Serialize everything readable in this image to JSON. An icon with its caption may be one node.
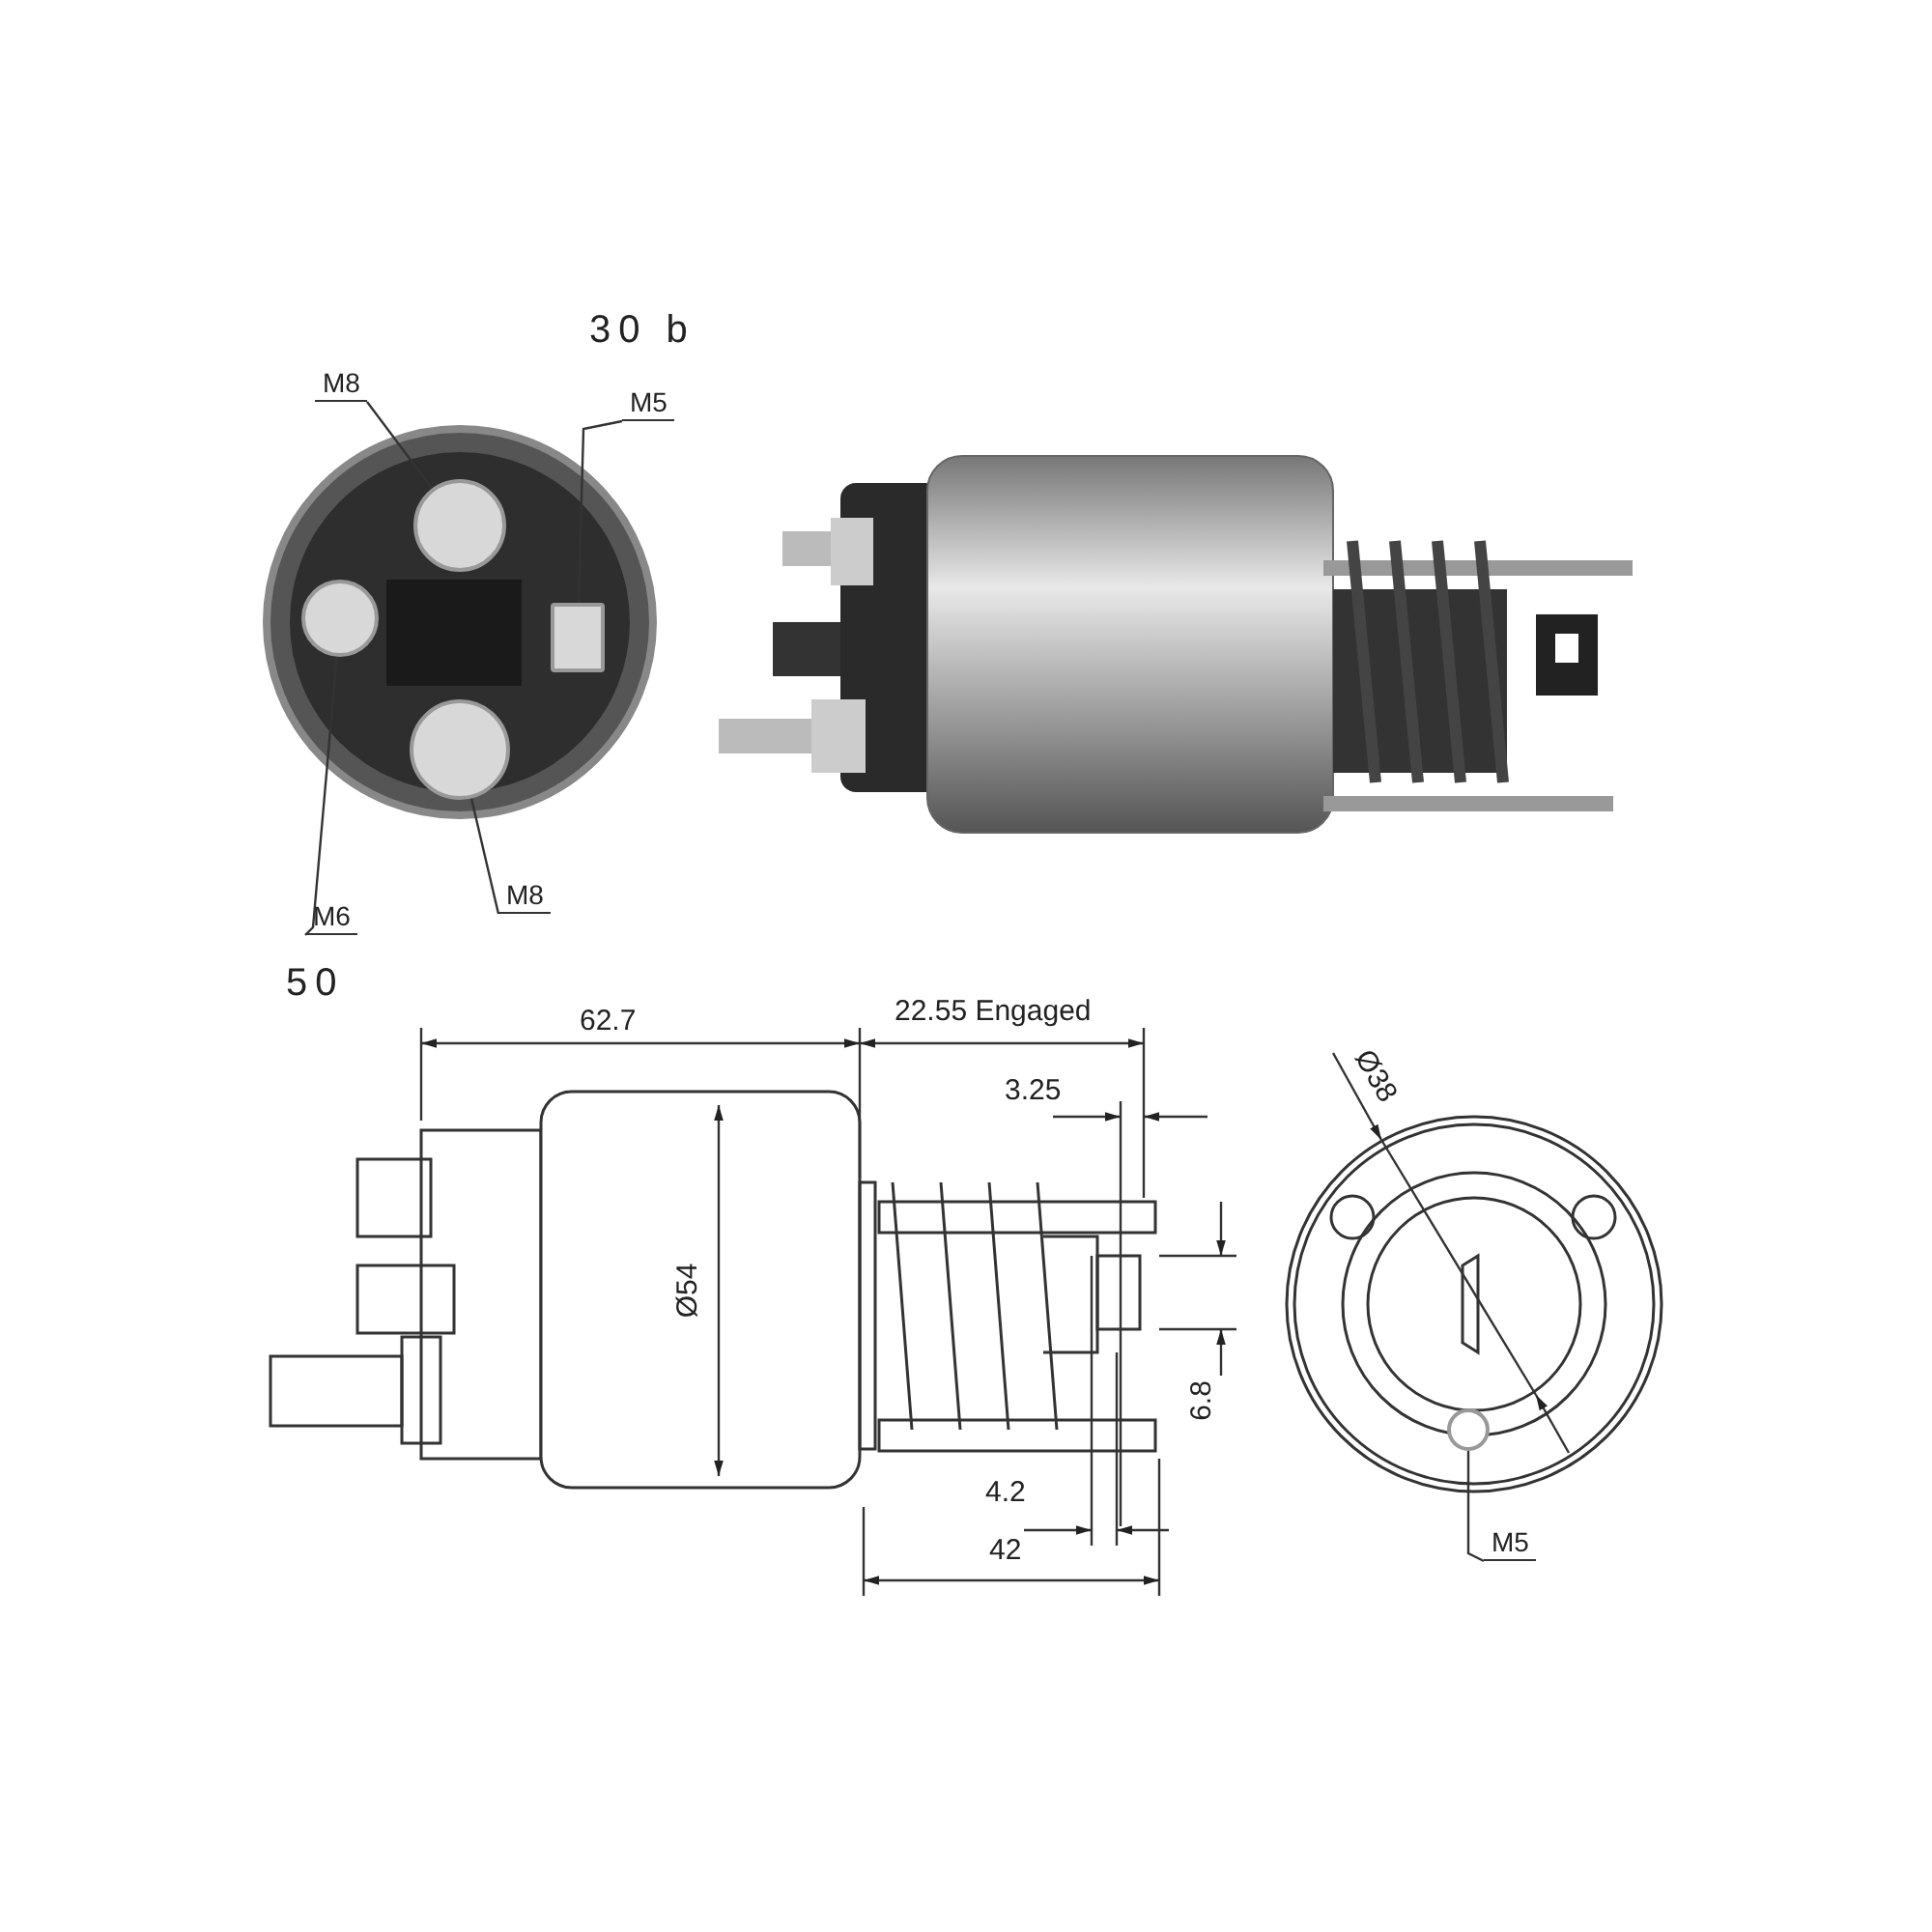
{
  "diagram": {
    "nodes": [
      {
        "text": [
          "M8"
        ]
      },
      {
        "text": [],
        "shape": "circle"
      },
      {
        "text": [
          "M5"
        ]
      },
      {
        "text": [],
        "shape": "box"
      },
      {
        "text": [
          "M6"
        ]
      },
      {
        "text": [],
        "shape": "circle"
      },
      {
        "text": [
          "M8"
        ]
      },
      {
        "text": [],
        "shape": "circle"
      },
      {
        "text": [
          "M5"
        ]
      },
      {
        "text": [],
        "shape": "circle"
      }
    ],
    "edges": [
      {
        "from": 0,
        "to": 1,
        "arrow": "none"
      },
      {
        "from": 2,
        "to": 3,
        "arrow": "none"
      },
      {
        "from": 4,
        "to": 5,
        "arrow": "none"
      },
      {
        "from": 6,
        "to": 7,
        "arrow": "none"
      },
      {
        "from": 8,
        "to": 9,
        "arrow": "none"
      }
    ],
    "labels": [
      "30 b",
      "50",
      "62.7",
      "22.55 Engaged",
      "3.25",
      "Ø54",
      "Ø38",
      "6.8",
      "4.2",
      "42"
    ]
  }
}
